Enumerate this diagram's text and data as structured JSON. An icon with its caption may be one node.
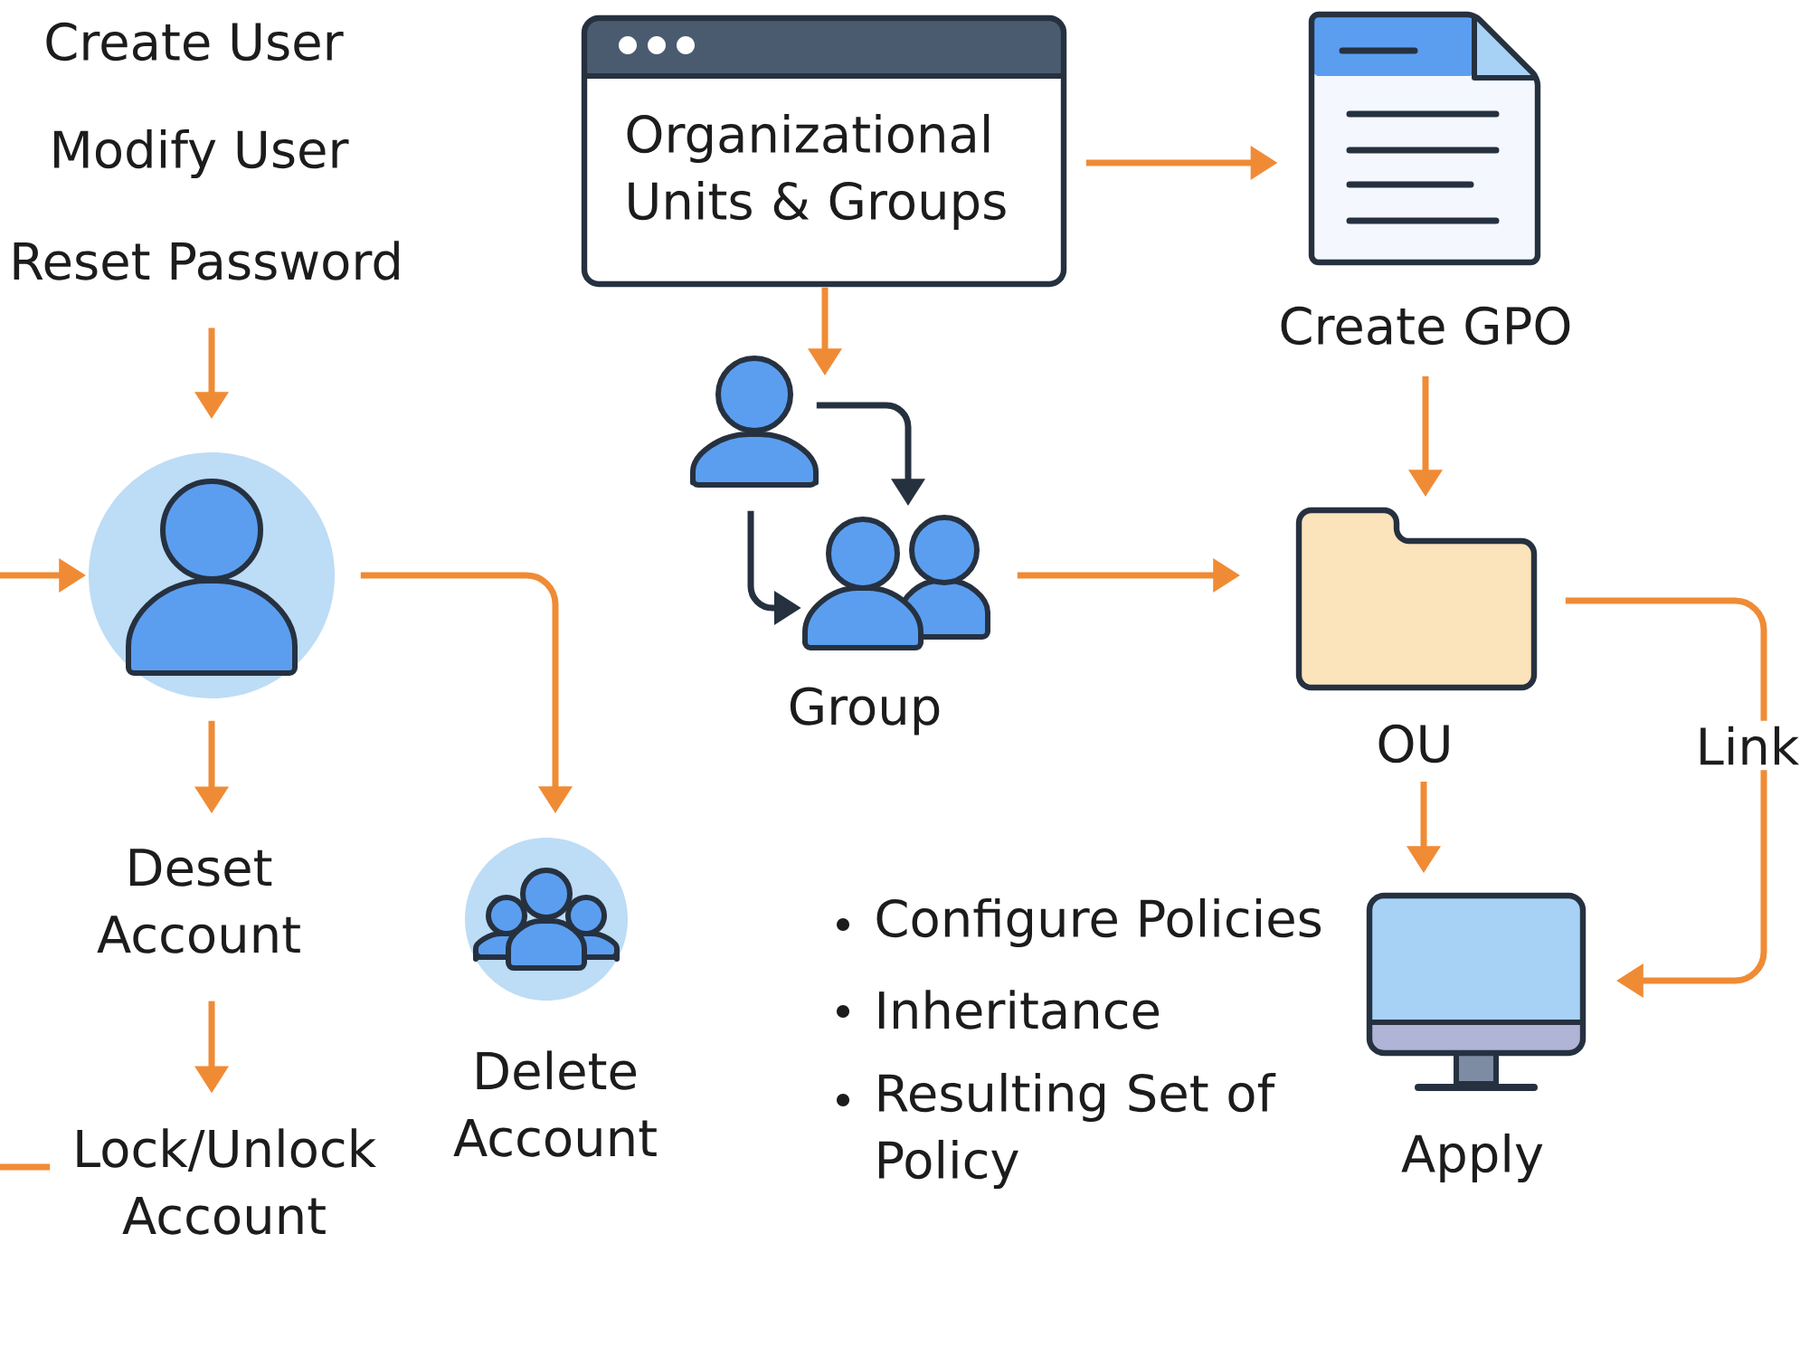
{
  "diagram": {
    "nodes": [
      {
        "text": [
          "Create User",
          "Modify User",
          "Reset Password"
        ]
      },
      {
        "text": [],
        "shape": "person"
      },
      {
        "text": [
          "Deset Account"
        ]
      },
      {
        "text": [
          "Lock/Unlock Account"
        ]
      },
      {
        "text": [],
        "shape": "person",
        "beside": [
          "Delete Account"
        ]
      },
      {
        "text": [
          "Organizational Units & Groups"
        ]
      },
      {
        "text": [],
        "shape": "document",
        "beside": [
          "Create GPO"
        ]
      },
      {
        "text": [],
        "shape": "person"
      },
      {
        "text": [],
        "shape": "person",
        "beside": [
          "Group"
        ]
      },
      {
        "text": [],
        "shape": "folder",
        "beside": [
          "OU"
        ]
      },
      {
        "text": [],
        "shape": "monitor",
        "beside": [
          "Apply"
        ]
      }
    ],
    "edges": [
      {
        "from": 0,
        "to": 1,
        "arrow": "to"
      },
      {
        "from": null,
        "to": 1,
        "arrow": "to"
      },
      {
        "from": 1,
        "to": 2,
        "arrow": "to"
      },
      {
        "from": 2,
        "to": 3,
        "arrow": "to"
      },
      {
        "from": null,
        "to": 3,
        "arrow": "none"
      },
      {
        "from": 1,
        "to": 4,
        "arrow": "to"
      },
      {
        "from": 5,
        "to": 6,
        "arrow": "to"
      },
      {
        "from": 5,
        "to": 7,
        "arrow": "to"
      },
      {
        "from": 7,
        "to": 8,
        "arrow": "to",
        "color": "#263140"
      },
      {
        "from": 7,
        "to": 8,
        "arrow": "to",
        "color": "#263140"
      },
      {
        "from": 8,
        "to": 9,
        "arrow": "to"
      },
      {
        "from": 6,
        "to": 9,
        "arrow": "to"
      },
      {
        "from": 9,
        "to": 10,
        "arrow": "to"
      },
      {
        "from": 9,
        "to": 10,
        "arrow": "to",
        "label": "Link"
      }
    ],
    "labels": [
      "Configure Policies",
      "Inheritance",
      "Resulting Set of Policy"
    ]
  }
}
